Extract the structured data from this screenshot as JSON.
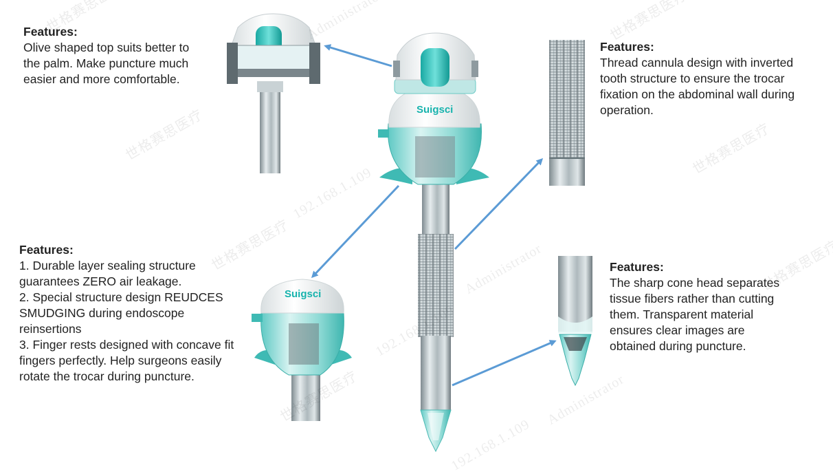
{
  "features": {
    "top_left": {
      "heading": "Features:",
      "lines": [
        "Olive shaped top suits better to",
        "the palm. Make puncture much",
        "easier and more comfortable."
      ]
    },
    "top_right": {
      "heading": "Features:",
      "lines": [
        "Thread cannula design with inverted",
        "tooth structure to ensure the trocar",
        "fixation on the abdominal wall during",
        "operation."
      ]
    },
    "mid_left": {
      "heading": "Features:",
      "lines": [
        "1. Durable layer sealing structure",
        "guarantees ZERO air leakage.",
        "2. Special structure design REUDCES",
        "SMUDGING during endoscope",
        "reinsertions",
        "3. Finger rests designed with concave fit",
        "fingers perfectly. Help surgeons easily",
        "rotate the trocar during puncture."
      ]
    },
    "bottom_right": {
      "heading": "Features:",
      "lines": [
        "The sharp cone head separates",
        "tissue fibers rather than cutting",
        "them. Transparent material",
        "ensures clear images are",
        "obtained during puncture."
      ]
    }
  },
  "brand": {
    "logo_text": "Suigsci"
  },
  "watermark": {
    "company": "世格赛思医疗",
    "ip": "192.168.1.109",
    "user": "Administrator"
  },
  "colors": {
    "teal": "#17b3ad",
    "arrow": "#5b9bd5",
    "steel": "#9aa6ab"
  }
}
